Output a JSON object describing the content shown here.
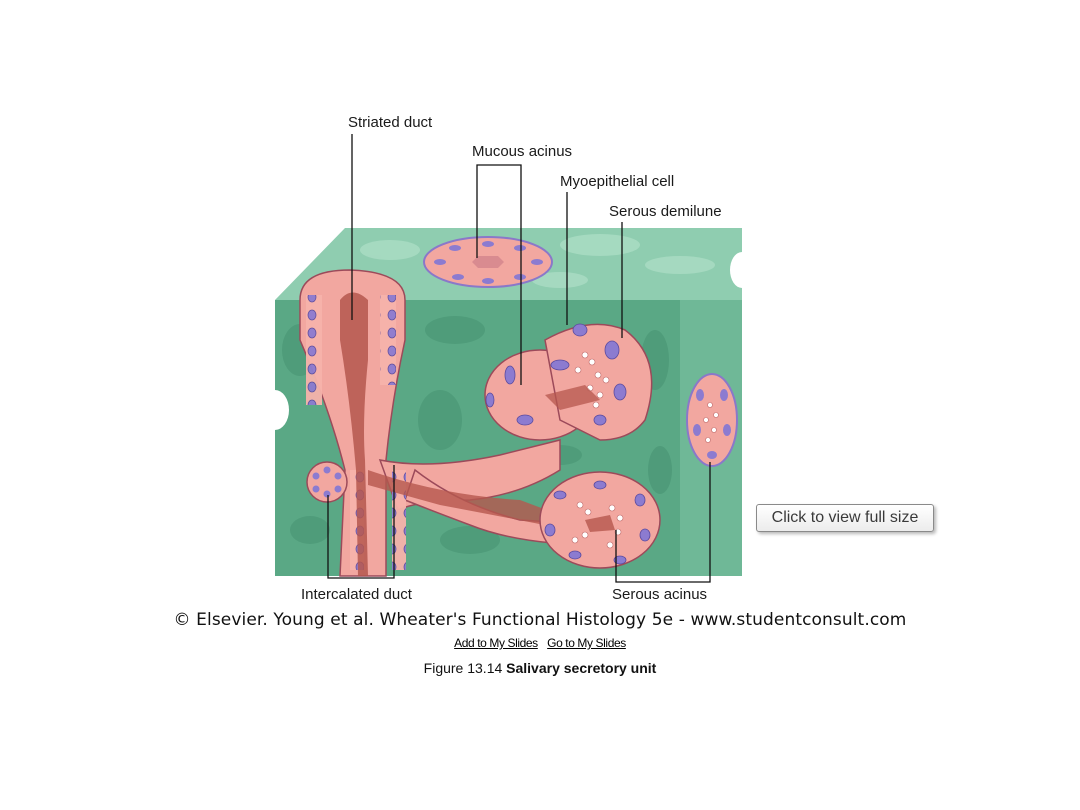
{
  "labels": {
    "striated_duct": "Striated duct",
    "mucous_acinus": "Mucous acinus",
    "myoepithelial_cell": "Myoepithelial cell",
    "serous_demilune": "Serous demilune",
    "intercalated_duct": "Intercalated duct",
    "serous_acinus": "Serous acinus"
  },
  "view_button": {
    "label": "Click to view full size"
  },
  "credit": "© Elsevier. Young et al. Wheater's Functional Histology 5e - www.studentconsult.com",
  "links": {
    "add": "Add to My Slides",
    "go": "Go to My Slides"
  },
  "caption": {
    "prefix": "Figure 13.14",
    "title": "Salivary secretory unit"
  },
  "colors": {
    "stroma": "#5aa885",
    "stroma_top": "#8fcdb0",
    "epithelium": "#f2a7a0",
    "nucleus": "#8a78c9",
    "lumen": "#b5574e"
  }
}
